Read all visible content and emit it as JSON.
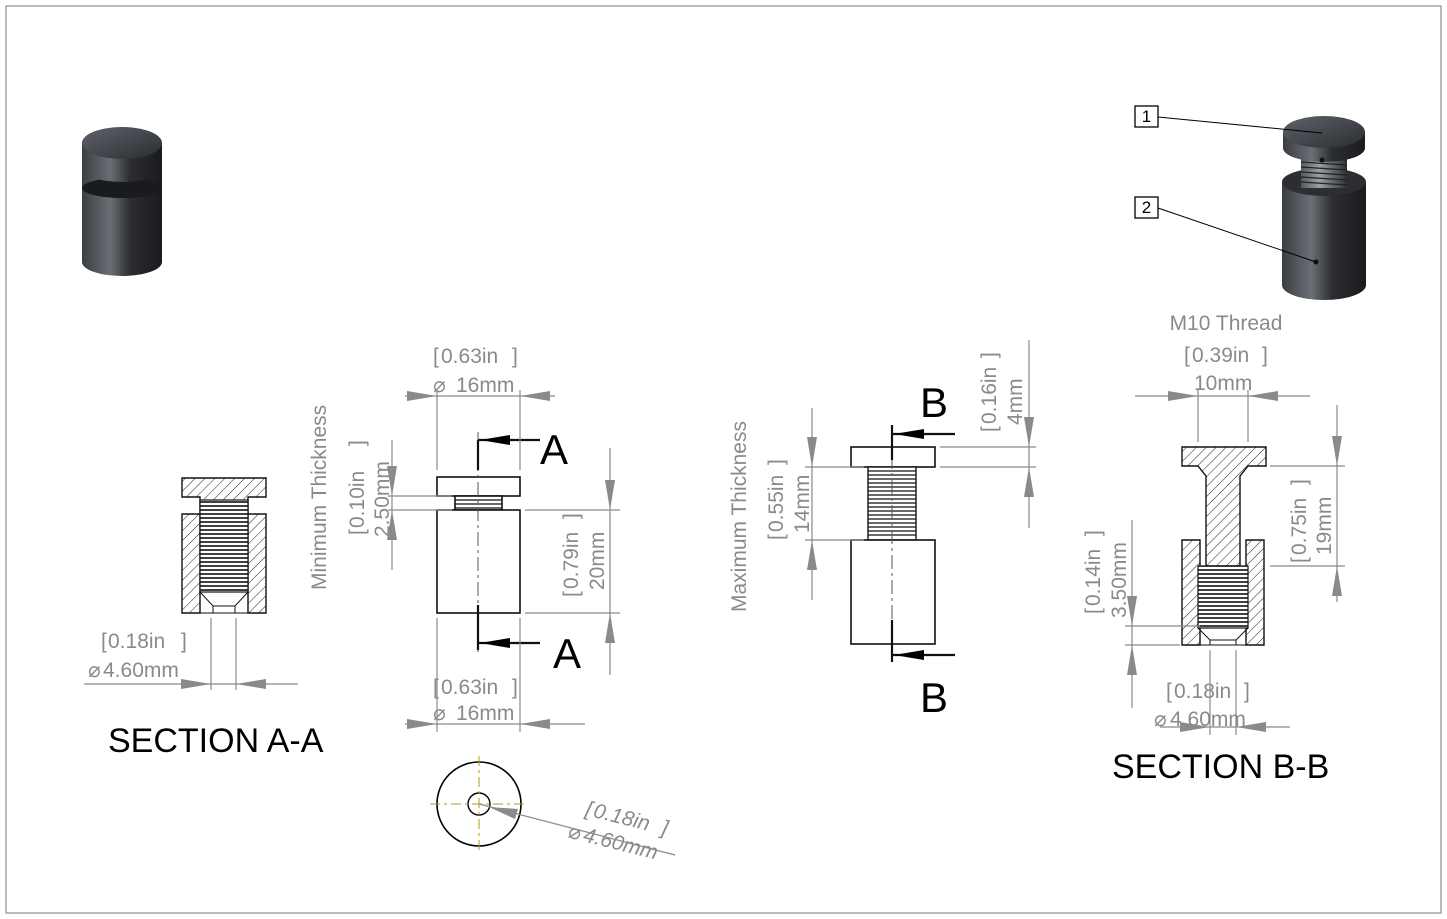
{
  "labels": {
    "section_a_title": "SECTION A-A",
    "section_b_title": "SECTION B-B",
    "cut_a": "A",
    "cut_b": "B",
    "min_thickness": "Minimum Thickness",
    "max_thickness": "Maximum Thickness",
    "thread": "M10 Thread",
    "balloon_1": "1",
    "balloon_2": "2"
  },
  "dimensions": {
    "top_dia_in": "0.63in",
    "top_dia_mm": "16mm",
    "bottom_dia_in": "0.63in",
    "bottom_dia_mm": "16mm",
    "gap_in": "0.10in",
    "gap_mm": "2.50mm",
    "height_in": "0.79in",
    "height_mm": "20mm",
    "hole_a_in": "0.18in",
    "hole_a_mm": "4.60mm",
    "hole_top_in": "0.18in",
    "hole_top_mm": "4.60mm",
    "max_in": "0.55in",
    "max_mm": "14mm",
    "cap_in": "0.16in",
    "cap_mm": "4mm",
    "thread_in": "0.39in",
    "thread_mm": "10mm",
    "bolt_in": "0.75in",
    "bolt_mm": "19mm",
    "recess_in": "0.14in",
    "recess_mm": "3.50mm",
    "hole_b_in": "0.18in",
    "hole_b_mm": "4.60mm"
  }
}
